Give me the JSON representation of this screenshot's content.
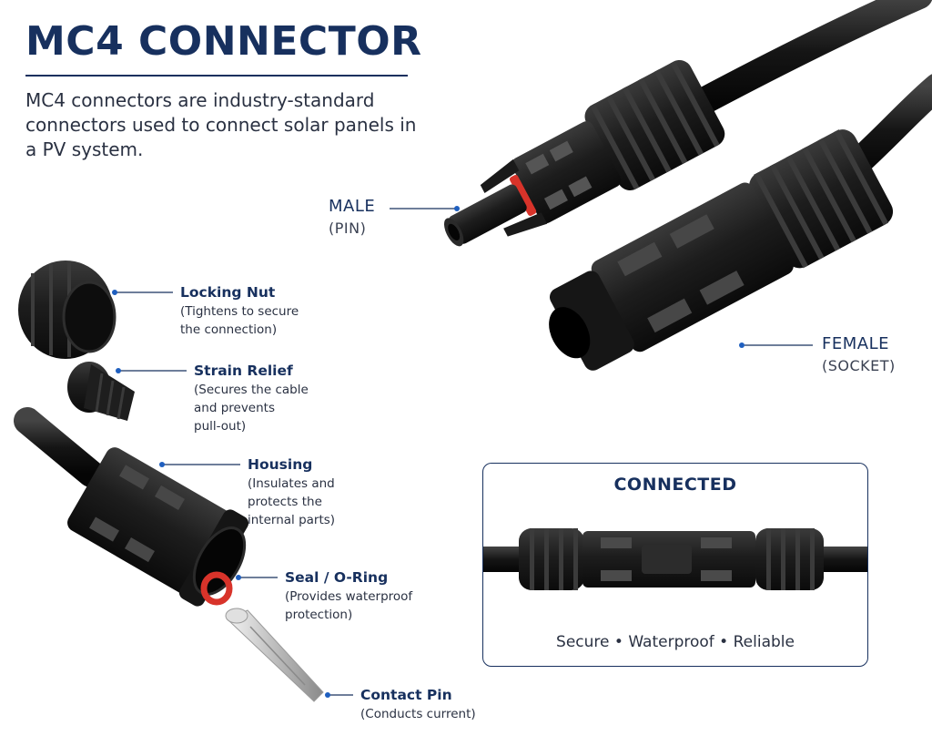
{
  "title": "MC4 CONNECTOR",
  "intro": "MC4 connectors are industry-standard connectors used to connect solar panels in a PV system.",
  "colors": {
    "navy": "#17305e",
    "text": "#2a3142",
    "leader_dot": "#1f5fbf",
    "plastic_black": "#1c1c1c",
    "seal_red": "#d8332a",
    "metal_silver": "#c9c9c9"
  },
  "male": {
    "name": "MALE",
    "sub": "(PIN)"
  },
  "female": {
    "name": "FEMALE",
    "sub": "(SOCKET)"
  },
  "parts": [
    {
      "name": "Locking Nut",
      "desc": [
        "(Tightens to secure",
        "the connection)"
      ]
    },
    {
      "name": "Strain Relief",
      "desc": [
        "(Secures the cable",
        "and prevents",
        "pull-out)"
      ]
    },
    {
      "name": "Housing",
      "desc": [
        "(Insulates and",
        "protects the",
        "internal parts)"
      ]
    },
    {
      "name": "Seal / O-Ring",
      "desc": [
        "(Provides waterproof",
        "protection)"
      ]
    },
    {
      "name": "Contact Pin",
      "desc": [
        "(Conducts current)"
      ]
    }
  ],
  "connected": {
    "title": "CONNECTED",
    "subtitle": "Secure • Waterproof • Reliable"
  }
}
